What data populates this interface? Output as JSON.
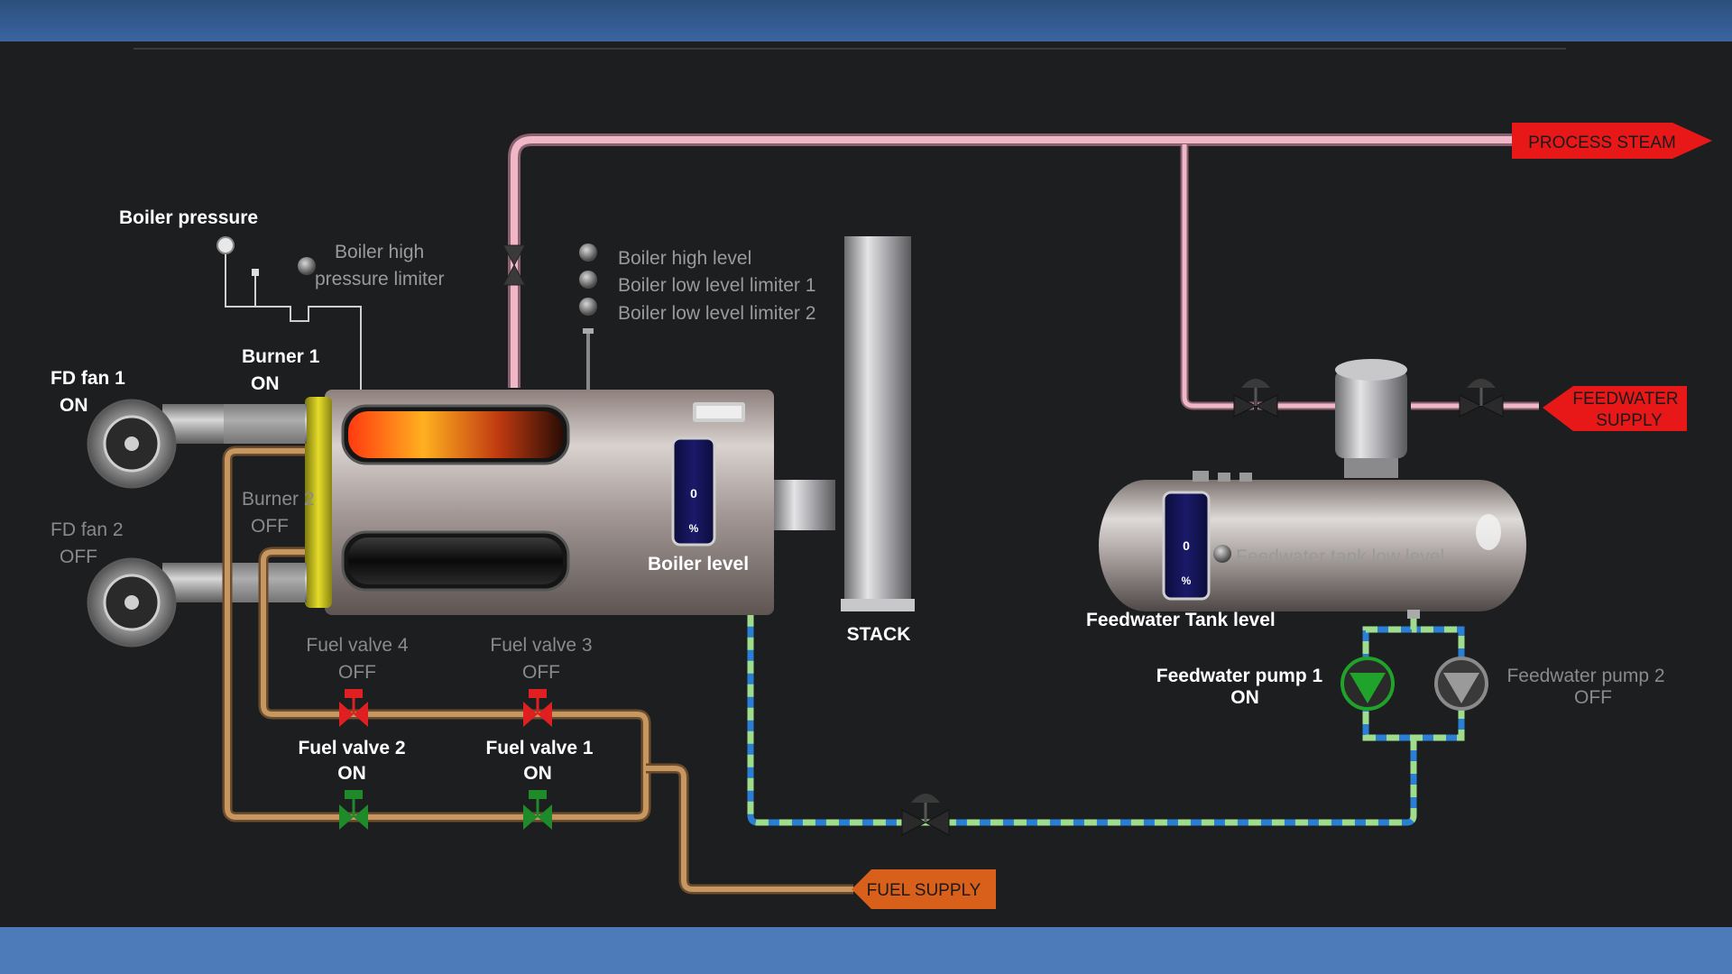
{
  "colors": {
    "panel_bg": "#1d1e20",
    "frame_blue": "#4d7ab8",
    "steam_pipe": "#e8a6b8",
    "fuel_pipe": "#b98a5a",
    "water_blue": "#2a7fd4",
    "water_green": "#9fdc8c",
    "valve_on": "#1f8a2a",
    "valve_off": "#e02020",
    "pump_on": "#1fa32a",
    "process_steam_arrow": "#e81818",
    "fuel_supply_arrow": "#d8601a"
  },
  "labels": {
    "boiler_pressure": "Boiler pressure",
    "boiler_high_pressure_limiter_line1": "Boiler high",
    "boiler_high_pressure_limiter_line2": "pressure limiter",
    "boiler_high_level": "Boiler high level",
    "boiler_low_level_limiter_1": "Boiler low level limiter 1",
    "boiler_low_level_limiter_2": "Boiler low level limiter 2",
    "stack": "STACK",
    "boiler_level": "Boiler level",
    "feedwater_tank_level": "Feedwater Tank level",
    "feedwater_tank_low_level": "Feedwater tank low level",
    "process_steam": "PROCESS STEAM",
    "feedwater_supply_line1": "FEEDWATER",
    "feedwater_supply_line2": "SUPPLY",
    "fuel_supply": "FUEL  SUPPLY"
  },
  "equipment": {
    "fd_fan_1": {
      "name": "FD fan 1",
      "state": "ON"
    },
    "fd_fan_2": {
      "name": "FD fan 2",
      "state": "OFF"
    },
    "burner_1": {
      "name": "Burner 1",
      "state": "ON"
    },
    "burner_2": {
      "name": "Burner 2",
      "state": "OFF"
    },
    "fuel_valve_1": {
      "name": "Fuel valve 1",
      "state": "ON"
    },
    "fuel_valve_2": {
      "name": "Fuel valve 2",
      "state": "ON"
    },
    "fuel_valve_3": {
      "name": "Fuel valve 3",
      "state": "OFF"
    },
    "fuel_valve_4": {
      "name": "Fuel valve 4",
      "state": "OFF"
    },
    "feedwater_pump_1": {
      "name": "Feedwater pump 1",
      "state": "ON"
    },
    "feedwater_pump_2": {
      "name": "Feedwater pump 2",
      "state": "OFF"
    }
  },
  "gauges": {
    "boiler_level": {
      "value": "0",
      "unit": "%"
    },
    "feedwater_tank_level": {
      "value": "0",
      "unit": "%"
    }
  }
}
